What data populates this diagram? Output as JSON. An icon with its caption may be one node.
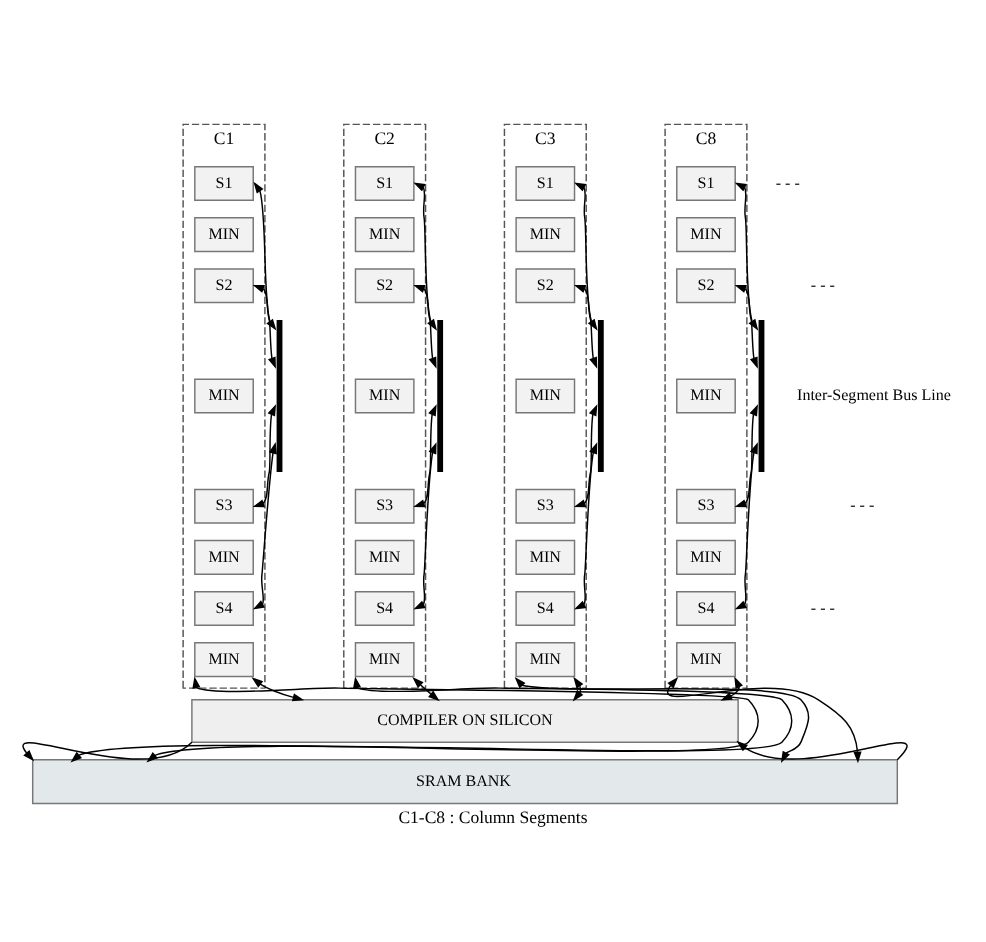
{
  "diagram": {
    "caption": "C1-C8 : Column Segments",
    "nodes": [
      {
        "text": [
          "C1"
        ]
      },
      {
        "text": [
          "S1"
        ],
        "in": 0
      },
      {
        "text": [
          "MIN"
        ],
        "in": 0
      },
      {
        "text": [
          "S2"
        ],
        "in": 0
      },
      {
        "text": [
          "MIN"
        ],
        "in": 0
      },
      {
        "text": [
          "S3"
        ],
        "in": 0
      },
      {
        "text": [
          "MIN"
        ],
        "in": 0
      },
      {
        "text": [
          "S4"
        ],
        "in": 0
      },
      {
        "text": [
          "MIN"
        ],
        "in": 0
      },
      {
        "text": [],
        "shape": "bar"
      },
      {
        "text": [
          "C2"
        ]
      },
      {
        "text": [
          "S1"
        ],
        "in": 10
      },
      {
        "text": [
          "MIN"
        ],
        "in": 10
      },
      {
        "text": [
          "S2"
        ],
        "in": 10
      },
      {
        "text": [
          "MIN"
        ],
        "in": 10
      },
      {
        "text": [
          "S3"
        ],
        "in": 10
      },
      {
        "text": [
          "MIN"
        ],
        "in": 10
      },
      {
        "text": [
          "S4"
        ],
        "in": 10
      },
      {
        "text": [
          "MIN"
        ],
        "in": 10
      },
      {
        "text": [],
        "shape": "bar"
      },
      {
        "text": [
          "C3"
        ]
      },
      {
        "text": [
          "S1"
        ],
        "in": 20
      },
      {
        "text": [
          "MIN"
        ],
        "in": 20
      },
      {
        "text": [
          "S2"
        ],
        "in": 20
      },
      {
        "text": [
          "MIN"
        ],
        "in": 20
      },
      {
        "text": [
          "S3"
        ],
        "in": 20
      },
      {
        "text": [
          "MIN"
        ],
        "in": 20
      },
      {
        "text": [
          "S4"
        ],
        "in": 20
      },
      {
        "text": [
          "MIN"
        ],
        "in": 20
      },
      {
        "text": [],
        "shape": "bar"
      },
      {
        "text": [
          "C8"
        ]
      },
      {
        "text": [
          "S1"
        ],
        "in": 30
      },
      {
        "text": [
          "MIN"
        ],
        "in": 30
      },
      {
        "text": [
          "S2"
        ],
        "in": 30
      },
      {
        "text": [
          "MIN"
        ],
        "in": 30
      },
      {
        "text": [
          "S3"
        ],
        "in": 30
      },
      {
        "text": [
          "MIN"
        ],
        "in": 30
      },
      {
        "text": [
          "S4"
        ],
        "in": 30
      },
      {
        "text": [
          "MIN"
        ],
        "in": 30
      },
      {
        "text": [],
        "shape": "bar",
        "beside": [
          "Inter-Segment Bus Line"
        ]
      },
      {
        "text": [
          "COMPILER ON SILICON"
        ]
      },
      {
        "text": [
          "SRAM BANK"
        ]
      }
    ],
    "edges": [
      {
        "from": 1,
        "to": 9,
        "arrow": "both"
      },
      {
        "from": 3,
        "to": 9,
        "arrow": "both"
      },
      {
        "from": 5,
        "to": 9,
        "arrow": "both"
      },
      {
        "from": 7,
        "to": 9,
        "arrow": "both"
      },
      {
        "from": 11,
        "to": 19,
        "arrow": "both"
      },
      {
        "from": 13,
        "to": 19,
        "arrow": "both"
      },
      {
        "from": 15,
        "to": 19,
        "arrow": "both"
      },
      {
        "from": 17,
        "to": 19,
        "arrow": "both"
      },
      {
        "from": 21,
        "to": 29,
        "arrow": "both"
      },
      {
        "from": 23,
        "to": 29,
        "arrow": "both"
      },
      {
        "from": 25,
        "to": 29,
        "arrow": "both"
      },
      {
        "from": 27,
        "to": 29,
        "arrow": "both"
      },
      {
        "from": 31,
        "to": 39,
        "arrow": "both"
      },
      {
        "from": 33,
        "to": 39,
        "arrow": "both"
      },
      {
        "from": 35,
        "to": 39,
        "arrow": "both"
      },
      {
        "from": 37,
        "to": 39,
        "arrow": "both"
      },
      {
        "from": 0,
        "to": 41,
        "arrow": "both"
      },
      {
        "from": 0,
        "to": 40,
        "arrow": "both"
      },
      {
        "from": 10,
        "to": 41,
        "arrow": "both"
      },
      {
        "from": 10,
        "to": 40,
        "arrow": "both"
      },
      {
        "from": 20,
        "to": 41,
        "arrow": "both"
      },
      {
        "from": 20,
        "to": 40,
        "arrow": "both"
      },
      {
        "from": 30,
        "to": 41,
        "arrow": "both"
      },
      {
        "from": 30,
        "to": 40,
        "arrow": "both"
      },
      {
        "from": 41,
        "to": 40,
        "arrow": "to"
      },
      {
        "from": 40,
        "to": 41,
        "arrow": "to"
      }
    ],
    "labels": [
      "- - -",
      "- - -",
      "- - -",
      "- - -"
    ]
  }
}
